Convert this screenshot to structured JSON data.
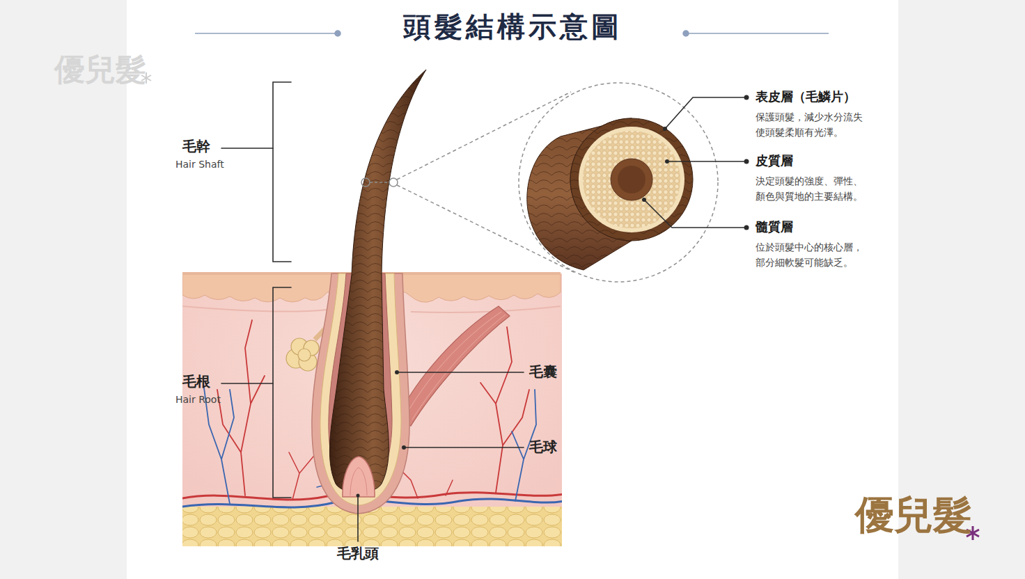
{
  "diagram": {
    "title": "頭髮結構示意圖",
    "labels": [
      "優兒髮",
      "毛幹",
      "Hair Shaft",
      "毛根",
      "Hair Root",
      "表皮層（毛鱗片）",
      "保護頭髮，減少水分流失 使頭髮柔順有光澤。",
      "皮質層",
      "決定頭髮的強度、彈性、 顏色與質地的主要結構。",
      "髓質層",
      "位於頭髮中心的核心層， 部分細軟髮可能缺乏。",
      "毛囊",
      "毛球",
      "毛乳頭",
      "優兒髮"
    ]
  }
}
